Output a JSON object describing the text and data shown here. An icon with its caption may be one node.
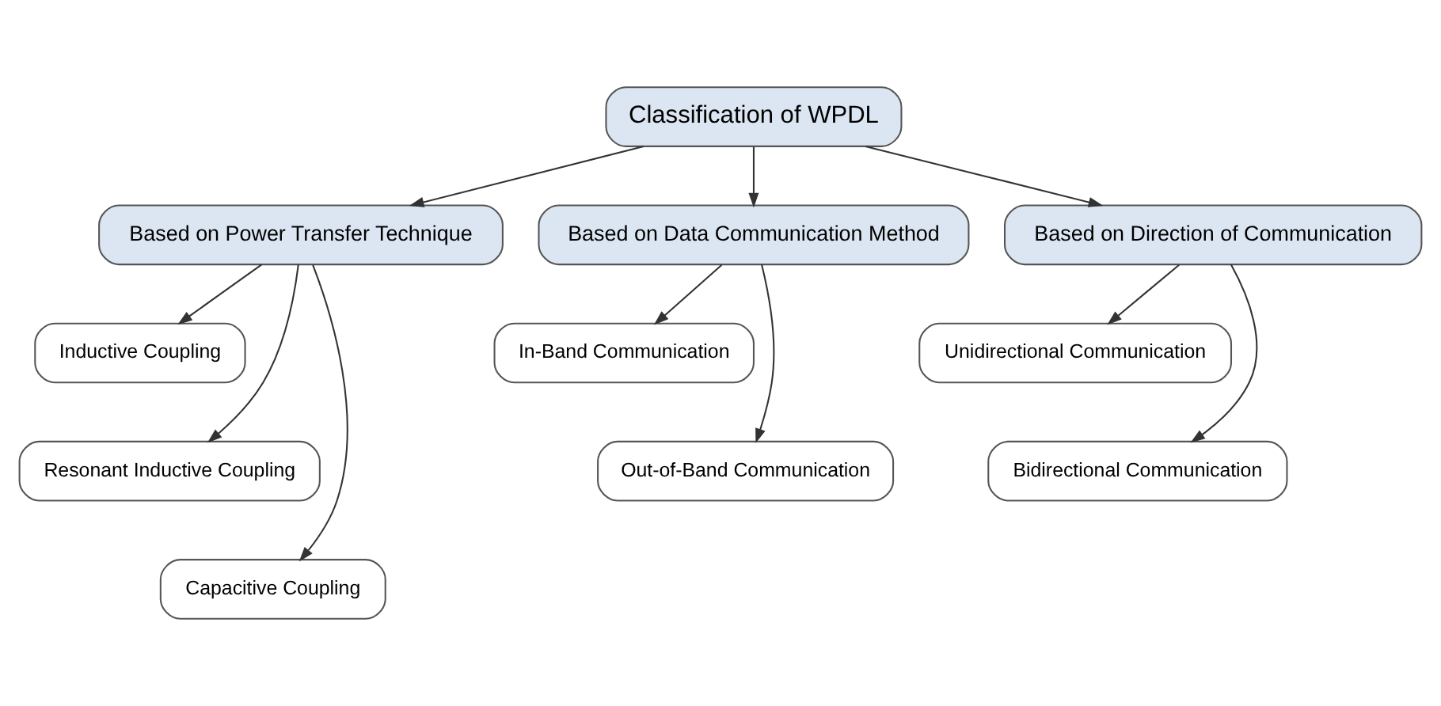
{
  "diagram": {
    "nodes": [
      {
        "text": [
          "Classification of WPDL"
        ]
      },
      {
        "text": [
          "Based on Power Transfer Technique"
        ]
      },
      {
        "text": [
          "Based on Data Communication Method"
        ]
      },
      {
        "text": [
          "Based on Direction of Communication"
        ]
      },
      {
        "text": [
          "Inductive Coupling"
        ]
      },
      {
        "text": [
          "Resonant Inductive Coupling"
        ]
      },
      {
        "text": [
          "Capacitive Coupling"
        ]
      },
      {
        "text": [
          "In-Band Communication"
        ]
      },
      {
        "text": [
          "Out-of-Band Communication"
        ]
      },
      {
        "text": [
          "Unidirectional Communication"
        ]
      },
      {
        "text": [
          "Bidirectional Communication"
        ]
      }
    ],
    "edges": [
      {
        "from": 0,
        "to": 1,
        "arrow": "to"
      },
      {
        "from": 0,
        "to": 2,
        "arrow": "to"
      },
      {
        "from": 0,
        "to": 3,
        "arrow": "to"
      },
      {
        "from": 1,
        "to": 4,
        "arrow": "to"
      },
      {
        "from": 1,
        "to": 5,
        "arrow": "to"
      },
      {
        "from": 1,
        "to": 6,
        "arrow": "to"
      },
      {
        "from": 2,
        "to": 7,
        "arrow": "to"
      },
      {
        "from": 2,
        "to": 8,
        "arrow": "to"
      },
      {
        "from": 3,
        "to": 9,
        "arrow": "to"
      },
      {
        "from": 3,
        "to": 10,
        "arrow": "to"
      }
    ]
  }
}
